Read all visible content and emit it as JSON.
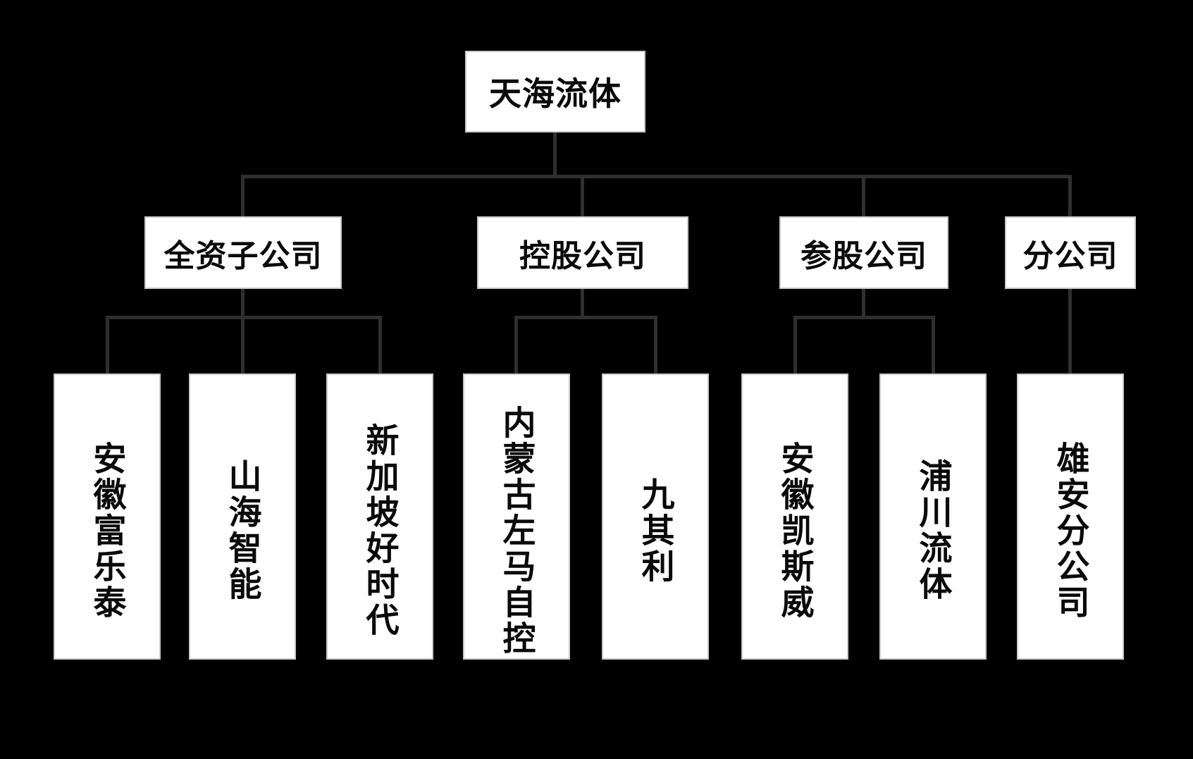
{
  "org": {
    "root": "天海流体",
    "groups": [
      {
        "label": "全资子公司",
        "children": [
          "安徽富乐泰",
          "山海智能",
          "新加坡好时代"
        ]
      },
      {
        "label": "控股公司",
        "children": [
          "内蒙古左马自控",
          "九其利"
        ]
      },
      {
        "label": "参股公司",
        "children": [
          "安徽凯斯威",
          "浦川流体"
        ]
      },
      {
        "label": "分公司",
        "children": [
          "雄安分公司"
        ]
      }
    ],
    "colors": {
      "background": "#000000",
      "connector": "#2f2f2f",
      "node_bg": "#ffffff",
      "node_border": "#c9c9c9",
      "node_text": "#0a0a0a"
    }
  }
}
